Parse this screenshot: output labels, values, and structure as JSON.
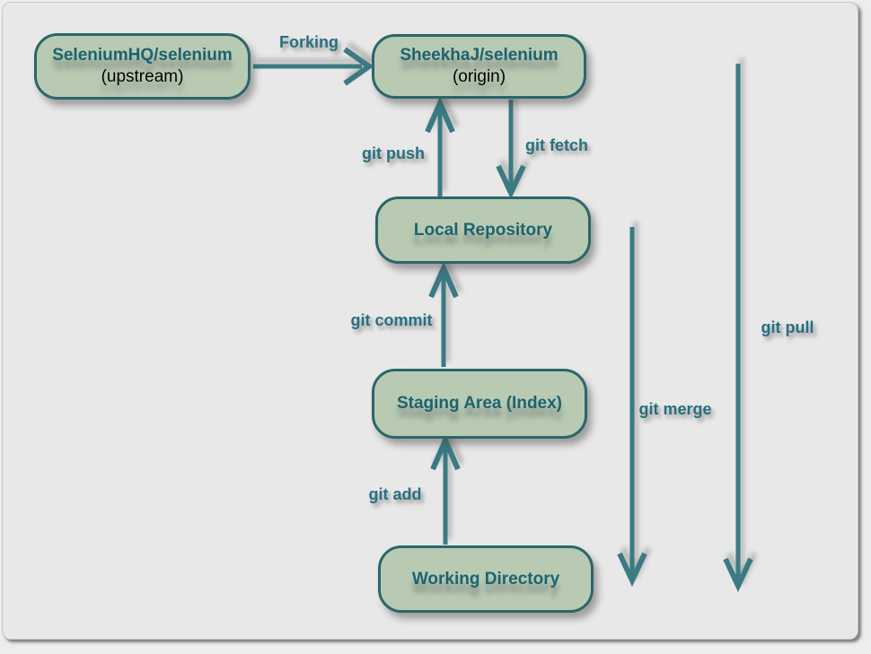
{
  "diagram": {
    "nodes": [
      {
        "id": "upstream",
        "title": "SeleniumHQ/selenium",
        "subtitle": "(upstream)"
      },
      {
        "id": "origin",
        "title": "SheekhaJ/selenium",
        "subtitle": "(origin)"
      },
      {
        "id": "local",
        "title": "Local Repository"
      },
      {
        "id": "staging",
        "title": "Staging Area (Index)"
      },
      {
        "id": "working",
        "title": "Working Directory"
      }
    ],
    "labels": {
      "forking": "Forking",
      "git_push": "git push",
      "git_fetch": "git fetch",
      "git_commit": "git commit",
      "git_add": "git add",
      "git_merge": "git merge",
      "git_pull": "git pull"
    },
    "colors": {
      "background": "#e8e8e8",
      "node_fill": "#b9cab3",
      "node_border": "#2b666b",
      "title_text": "#1b6370",
      "subtitle_text": "#000000",
      "label_text": "#26707f",
      "arrow": "#3a7a83"
    }
  }
}
